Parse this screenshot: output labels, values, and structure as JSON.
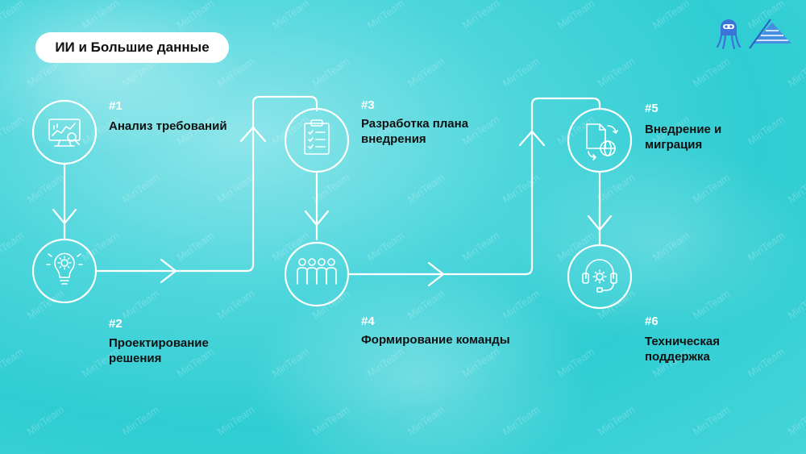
{
  "title": "ИИ и Большие данные",
  "watermark": "MiriTeam",
  "steps": [
    {
      "num": "#1",
      "label": "Анализ требований",
      "icon": "monitor-chart-icon"
    },
    {
      "num": "#2",
      "label": "Проектирование решения",
      "icon": "lightbulb-gear-icon"
    },
    {
      "num": "#3",
      "label": "Разработка плана внедрения",
      "icon": "clipboard-checklist-icon"
    },
    {
      "num": "#4",
      "label": "Формирование команды",
      "icon": "team-icon"
    },
    {
      "num": "#5",
      "label": "Внедрение и миграция",
      "icon": "document-globe-icon"
    },
    {
      "num": "#6",
      "label": "Техническая поддержка",
      "icon": "headset-gear-icon"
    }
  ],
  "colors": {
    "accent": "#ffffff",
    "background": "#3fd2d8",
    "text": "#111111",
    "logo": "#3b73d9"
  }
}
